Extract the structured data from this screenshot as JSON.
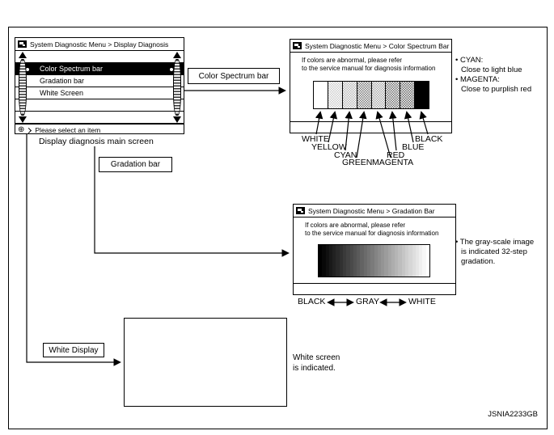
{
  "figure_id": "JSNIA2233GB",
  "main_screen": {
    "title": "System Diagnostic Menu > Display Diagnosis",
    "menu_items": [
      {
        "label": "Color Spectrum bar",
        "selected": true
      },
      {
        "label": "Gradation bar",
        "selected": false
      },
      {
        "label": "White Screen",
        "selected": false
      }
    ],
    "status_icon_glyph": "⊕",
    "status_text": "Please select an item",
    "caption": "Display diagnosis main screen"
  },
  "flow_labels": {
    "color_spectrum": "Color Spectrum bar",
    "gradation": "Gradation bar",
    "white_display": "White Display"
  },
  "color_spectrum_screen": {
    "title": "System Diagnostic Menu > Color Spectrum Bar",
    "message_lines": [
      "If colors are abnormal, please refer",
      "to the service manual for diagnosis information"
    ],
    "segments": [
      {
        "label": "WHITE",
        "tone": "#ffffff"
      },
      {
        "label": "YELLOW",
        "tone": "#cccccc"
      },
      {
        "label": "CYAN",
        "tone": "#b8b8b8"
      },
      {
        "label": "GREEN",
        "tone": "#7a7a7a"
      },
      {
        "label": "MAGENTA",
        "tone": "#a8a8a8"
      },
      {
        "label": "RED",
        "tone": "#6e6e6e"
      },
      {
        "label": "BLUE",
        "tone": "#666666"
      },
      {
        "label": "BLACK",
        "tone": "#000000"
      }
    ],
    "notes": [
      {
        "term": "CYAN:",
        "desc": "Close to light blue"
      },
      {
        "term": "MAGENTA:",
        "desc": "Close to purplish red"
      }
    ]
  },
  "gradation_screen": {
    "title": "System Diagnostic Menu > Gradation Bar",
    "message_lines": [
      "If colors are abnormal, please refer",
      "to the service manual for diagnosis information"
    ],
    "steps": 32,
    "scale_labels": [
      "BLACK",
      "GRAY",
      "WHITE"
    ],
    "note_lines": [
      "The gray-scale image",
      "is indicated 32-step",
      "gradation."
    ]
  },
  "white_screen": {
    "caption_lines": [
      "White screen",
      "is indicated."
    ]
  }
}
